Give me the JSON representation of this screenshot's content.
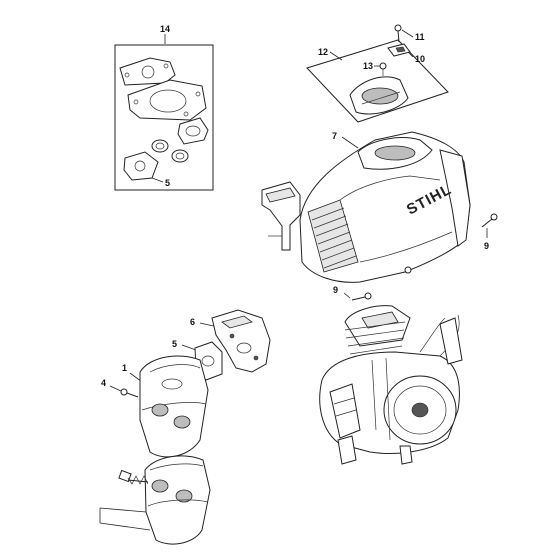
{
  "brand_logo": "STIHL",
  "callouts": {
    "kit_gasket_set": "14",
    "kit_gasket_5": "5",
    "plate_top": "12",
    "screw_top": "11",
    "spacer_top": "10",
    "screw_13": "13",
    "shroud": "7",
    "screw_right": "9",
    "screw_mid": "9",
    "heat_shield": "6",
    "gasket_5": "5",
    "muffler": "1",
    "screw_4": "4"
  }
}
